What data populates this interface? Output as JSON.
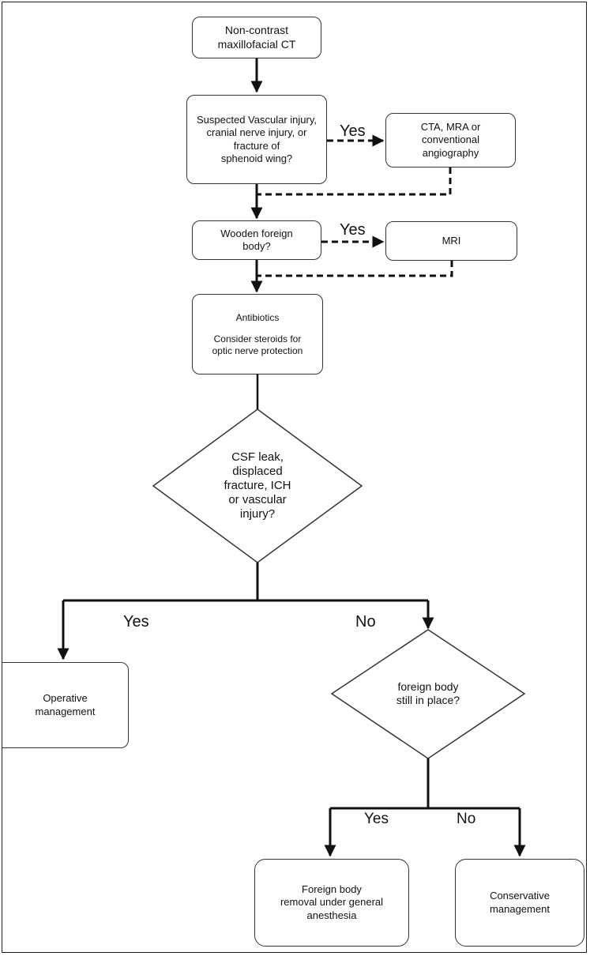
{
  "nodes": {
    "ct": {
      "lines": [
        "Non-contrast",
        "maxillofacial CT"
      ]
    },
    "vascular_q": {
      "lines": [
        "Suspected Vascular injury,",
        "cranial nerve injury, or",
        "fracture of",
        "sphenoid wing?"
      ]
    },
    "angio": {
      "lines": [
        "CTA, MRA or",
        "conventional",
        "angiography"
      ]
    },
    "wooden_q": {
      "lines": [
        "Wooden foreign",
        "body?"
      ]
    },
    "mri": {
      "lines": [
        "MRI"
      ]
    },
    "antibiotics": {
      "line1": "Antibiotics",
      "line2": "Consider steroids for",
      "line3": "optic nerve protection"
    },
    "csf_q": {
      "lines": [
        "CSF leak,",
        "displaced",
        "fracture, ICH",
        "or vascular",
        "injury?"
      ]
    },
    "operative": {
      "lines": [
        "Operative",
        "management"
      ]
    },
    "fb_q": {
      "lines": [
        "foreign body",
        "still in place?"
      ]
    },
    "removal": {
      "lines": [
        "Foreign body",
        "removal under general",
        "anesthesia"
      ]
    },
    "conservative": {
      "lines": [
        "Conservative",
        "management"
      ]
    }
  },
  "edge_labels": {
    "vascular_yes": "Yes",
    "wooden_yes": "Yes",
    "csf_yes": "Yes",
    "csf_no": "No",
    "fb_yes": "Yes",
    "fb_no": "No"
  },
  "colors": {
    "line": "#111111",
    "border": "#333333"
  }
}
